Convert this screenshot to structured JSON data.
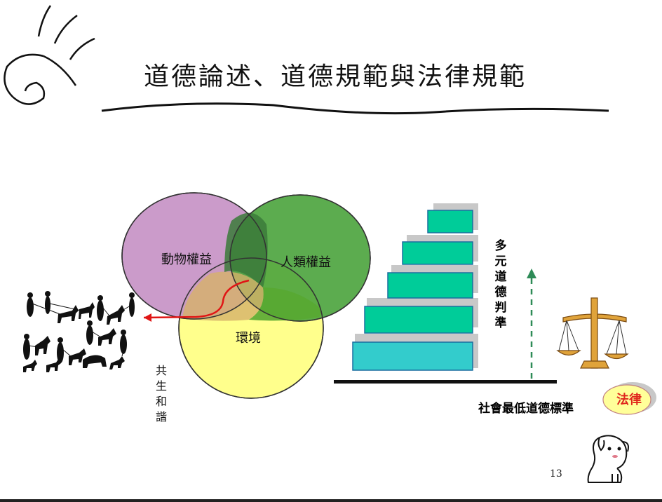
{
  "title": "道德論述、道德規範與法律規範",
  "venn": {
    "animal_rights": "動物權益",
    "human_rights": "人類權益",
    "environment": "環境",
    "harmony": "共生和諧",
    "colors": {
      "animal": "#c792c6",
      "human": "#4aa33c",
      "environment": "#ffff8c"
    }
  },
  "staircase": {
    "moral_label": "多元道德判準",
    "baseline_label": "社會最低道德標準",
    "step_color": "#00cc99",
    "base_color": "#33cccc"
  },
  "law": {
    "label": "法律",
    "color": "#e0261c",
    "fill": "#ffff99"
  },
  "page_number": "13"
}
